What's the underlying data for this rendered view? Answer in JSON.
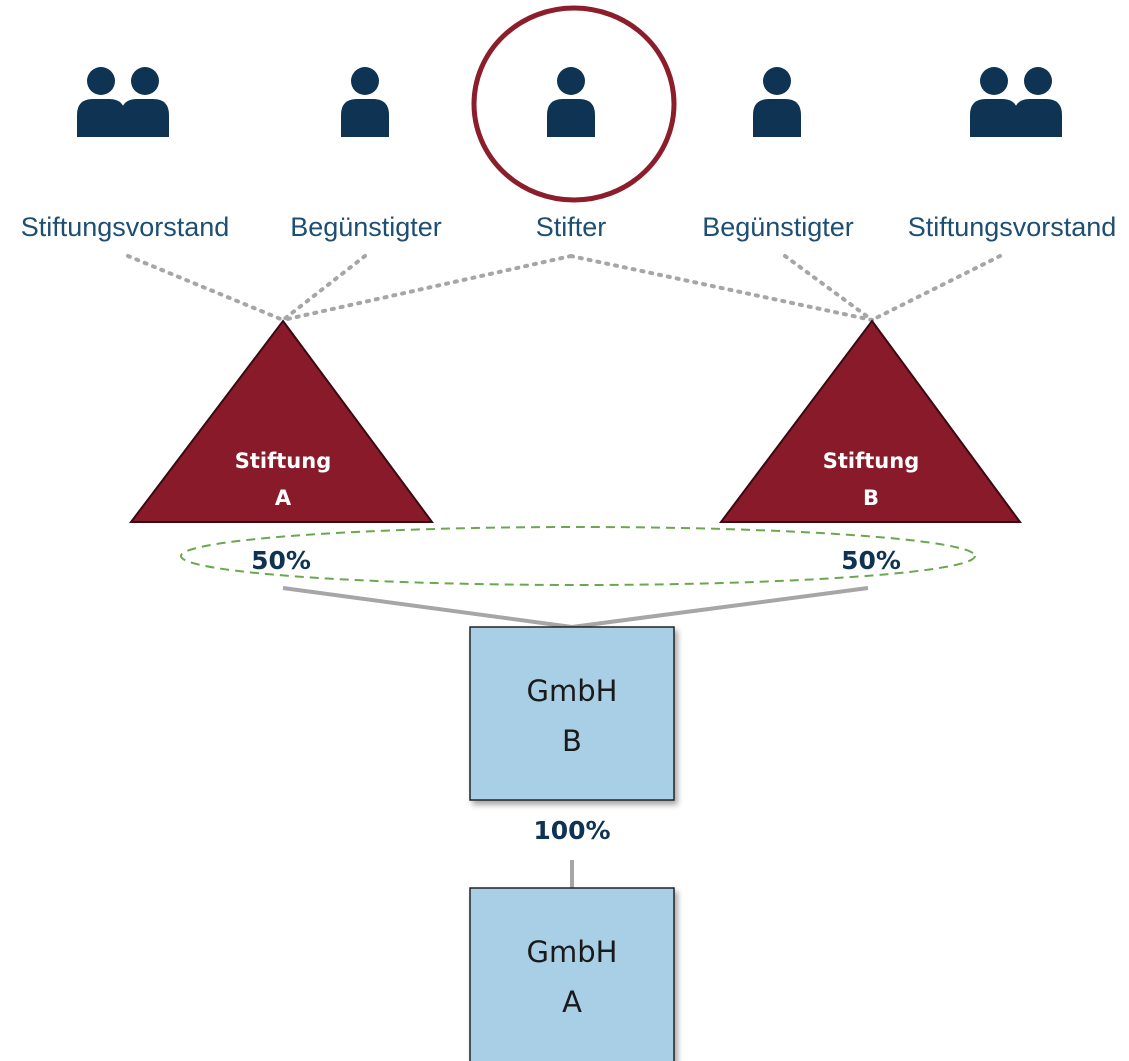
{
  "persons": [
    {
      "label": "Stiftungsvorstand",
      "icon": "group-icon"
    },
    {
      "label": "Begünstigter",
      "icon": "person-icon"
    },
    {
      "label": "Stifter",
      "icon": "person-icon",
      "highlighted": true
    },
    {
      "label": "Begünstigter",
      "icon": "person-icon"
    },
    {
      "label": "Stiftungsvorstand",
      "icon": "group-icon"
    }
  ],
  "foundations": [
    {
      "line1": "Stiftung",
      "line2": "A"
    },
    {
      "line1": "Stiftung",
      "line2": "B"
    }
  ],
  "ownership": {
    "stiftung_a_share": "50%",
    "stiftung_b_share": "50%",
    "gmbh_b_to_a_share": "100%"
  },
  "companies": [
    {
      "line1": "GmbH",
      "line2": "B"
    },
    {
      "line1": "GmbH",
      "line2": "A"
    }
  ],
  "colors": {
    "icon": "#0f3352",
    "label": "#1d4e73",
    "highlight_ring": "#8b1e2a",
    "foundation_fill": "#891a2a",
    "company_fill": "#a9cfe6",
    "dashed_ellipse": "#6aa84f",
    "dotted_line": "#a6a6a6",
    "connector": "#a6a6a6"
  }
}
